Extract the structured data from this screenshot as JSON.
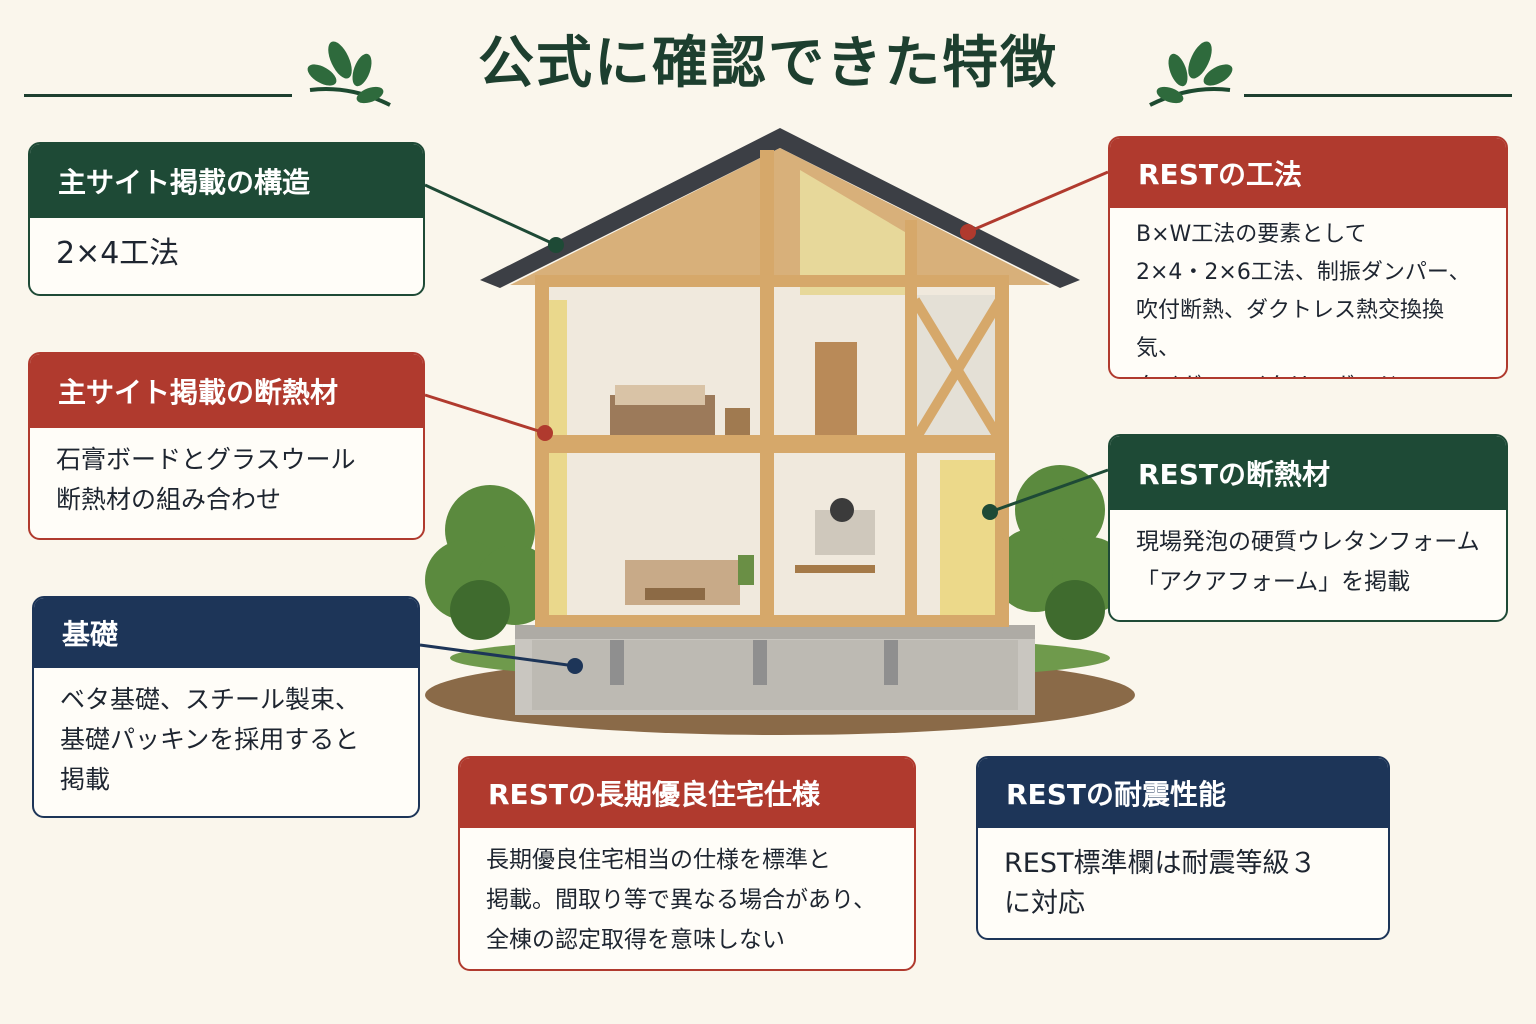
{
  "title": "公式に確認できた特徴",
  "colors": {
    "green": "#1e4a36",
    "red": "#b03a2e",
    "navy": "#1d3558",
    "background": "#faf6ec"
  },
  "cards": {
    "structure": {
      "heading": "主サイト掲載の構造",
      "body": "2×4工法"
    },
    "insulation": {
      "heading": "主サイト掲載の断熱材",
      "body": "石膏ボードとグラスウール\n断熱材の組み合わせ"
    },
    "foundation": {
      "heading": "基礎",
      "body": "ベタ基礎、スチール製束、\n基礎パッキンを採用すると\n掲載"
    },
    "rest_method": {
      "heading": "RESTの工法",
      "body": "B×W工法の要素として\n2×4・2×6工法、制振ダンパー、\n吹付断熱、ダクトレス熱交換換気、\nタイガーハイクリンボード"
    },
    "rest_insulation": {
      "heading": "RESTの断熱材",
      "body": "現場発泡の硬質ウレタンフォーム\n「アクアフォーム」を掲載"
    },
    "rest_longterm": {
      "heading": "RESTの長期優良住宅仕様",
      "body": "長期優良住宅相当の仕様を標準と\n掲載。間取り等で異なる場合があり、\n全棟の認定取得を意味しない"
    },
    "rest_seismic": {
      "heading": "RESTの耐震性能",
      "body": "REST標準欄は耐震等級３\nに対応"
    }
  },
  "icons": [
    "leaf-sprig-icon",
    "house-cutaway-illustration"
  ]
}
